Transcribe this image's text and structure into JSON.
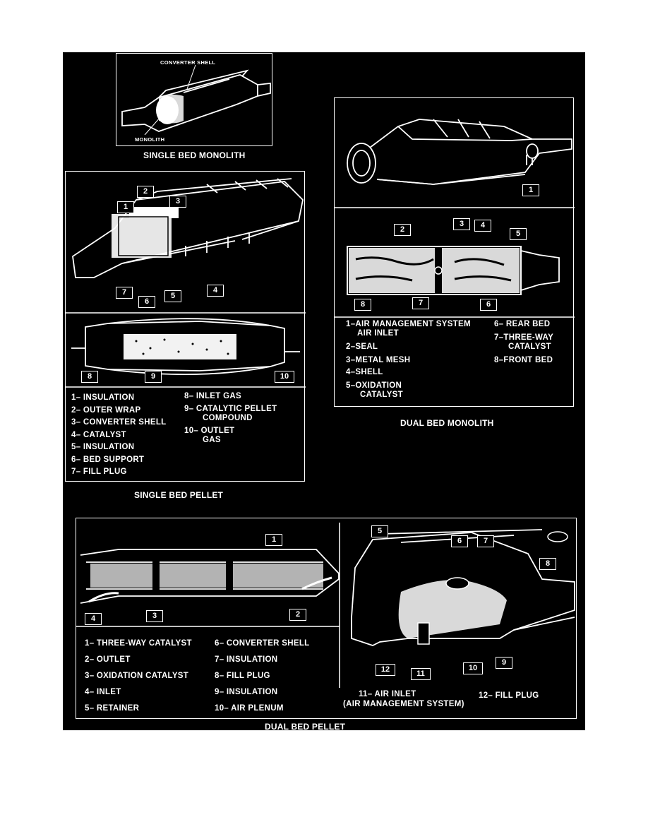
{
  "colors": {
    "background": "#000000",
    "foreground": "#ffffff",
    "page": "#ffffff"
  },
  "single_bed_monolith": {
    "title": "SINGLE BED MONOLITH",
    "callouts": {
      "shell": "CONVERTER SHELL",
      "monolith": "MONOLITH"
    }
  },
  "single_bed_pellet": {
    "title": "SINGLE BED PELLET",
    "numbers": [
      "1",
      "2",
      "3",
      "4",
      "5",
      "6",
      "7",
      "8",
      "9",
      "10"
    ],
    "legend_left": [
      "1– INSULATION",
      "2– OUTER WRAP",
      "3– CONVERTER SHELL",
      "4– CATALYST",
      "5– INSULATION",
      "6– BED SUPPORT",
      "7– FILL PLUG"
    ],
    "legend_right": [
      "8– INLET GAS",
      "9– CATALYTIC PELLET",
      "COMPOUND",
      "10– OUTLET",
      "GAS"
    ]
  },
  "dual_bed_monolith": {
    "title": "DUAL BED MONOLITH",
    "numbers": [
      "1",
      "2",
      "3",
      "4",
      "5",
      "6",
      "7",
      "8"
    ],
    "legend_left": [
      "1–AIR MANAGEMENT SYSTEM",
      "AIR INLET",
      "2–SEAL",
      "3–METAL MESH",
      "4–SHELL",
      "5–OXIDATION",
      "CATALYST"
    ],
    "legend_right": [
      "6– REAR BED",
      "7–THREE-WAY",
      "CATALYST",
      "8–FRONT BED"
    ]
  },
  "dual_bed_pellet": {
    "title": "DUAL BED PELLET",
    "numbers": [
      "1",
      "2",
      "3",
      "4",
      "5",
      "6",
      "7",
      "8",
      "9",
      "10",
      "11",
      "12"
    ],
    "legend_left": [
      "1– THREE-WAY CATALYST",
      "2– OUTLET",
      "3– OXIDATION CATALYST",
      "4– INLET",
      "5– RETAINER"
    ],
    "legend_right": [
      "6– CONVERTER SHELL",
      "7– INSULATION",
      "8– FILL PLUG",
      "9– INSULATION",
      "10– AIR PLENUM"
    ],
    "legend_bottom": [
      "11– AIR INLET",
      "(AIR MANAGEMENT SYSTEM)",
      "12– FILL PLUG"
    ]
  }
}
